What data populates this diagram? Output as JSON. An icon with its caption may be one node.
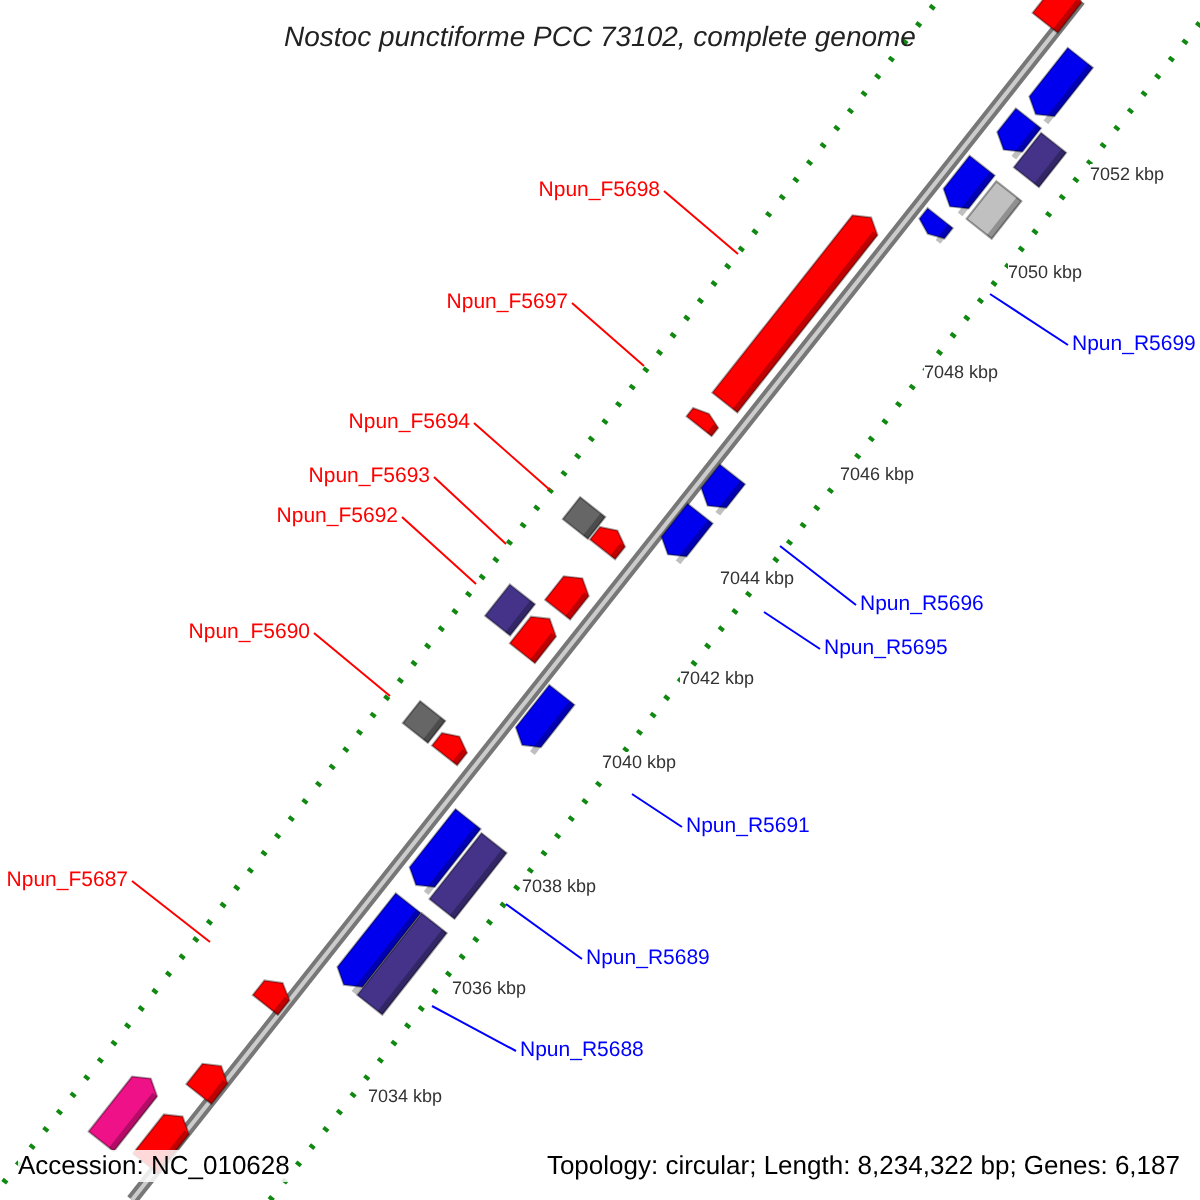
{
  "diagram": {
    "title": "Nostoc punctiforme PCC 73102, complete genome",
    "nodes": [
      {
        "text": [
          "Npun_F5698"
        ]
      },
      {
        "text": [
          "Npun_F5697"
        ]
      },
      {
        "text": [
          "Npun_R5699"
        ]
      },
      {
        "text": [
          "Npun_F5694"
        ]
      },
      {
        "text": [
          "Npun_F5693"
        ]
      },
      {
        "text": [
          "Npun_F5692"
        ]
      },
      {
        "text": [
          "Npun_R5696"
        ]
      },
      {
        "text": [
          "Npun_F5690"
        ]
      },
      {
        "text": [
          "Npun_R5695"
        ]
      },
      {
        "text": [
          "Npun_R5691"
        ]
      },
      {
        "text": [
          "Npun_F5687"
        ]
      },
      {
        "text": [
          "Npun_R5689"
        ]
      },
      {
        "text": [
          "Npun_R5688"
        ]
      }
    ],
    "edges": [
      {
        "from": 0,
        "to": null,
        "arrow": "none"
      },
      {
        "from": 1,
        "to": null,
        "arrow": "none"
      },
      {
        "from": 2,
        "to": null,
        "arrow": "none",
        "color": "#0000ff"
      },
      {
        "from": 3,
        "to": null,
        "arrow": "none"
      },
      {
        "from": 4,
        "to": null,
        "arrow": "none"
      },
      {
        "from": 5,
        "to": null,
        "arrow": "none"
      },
      {
        "from": 6,
        "to": null,
        "arrow": "none",
        "color": "#0000ff"
      },
      {
        "from": 7,
        "to": null,
        "arrow": "none"
      },
      {
        "from": 8,
        "to": null,
        "arrow": "none",
        "color": "#0000ff"
      },
      {
        "from": 9,
        "to": null,
        "arrow": "none",
        "color": "#0000ff"
      },
      {
        "from": 10,
        "to": null,
        "arrow": "none"
      },
      {
        "from": 11,
        "to": null,
        "arrow": "none",
        "color": "#0000ff"
      },
      {
        "from": 12,
        "to": null,
        "arrow": "none",
        "color": "#0000ff"
      }
    ],
    "labels": [
      "7052 kbp",
      "7050 kbp",
      "7048 kbp",
      "7046 kbp",
      "7044 kbp",
      "7042 kbp",
      "7040 kbp",
      "7038 kbp",
      "7036 kbp",
      "7034 kbp",
      "Accession: NC_010628",
      "Topology: circular; Length: 8,234,322 bp; Genes: 6,187"
    ]
  }
}
